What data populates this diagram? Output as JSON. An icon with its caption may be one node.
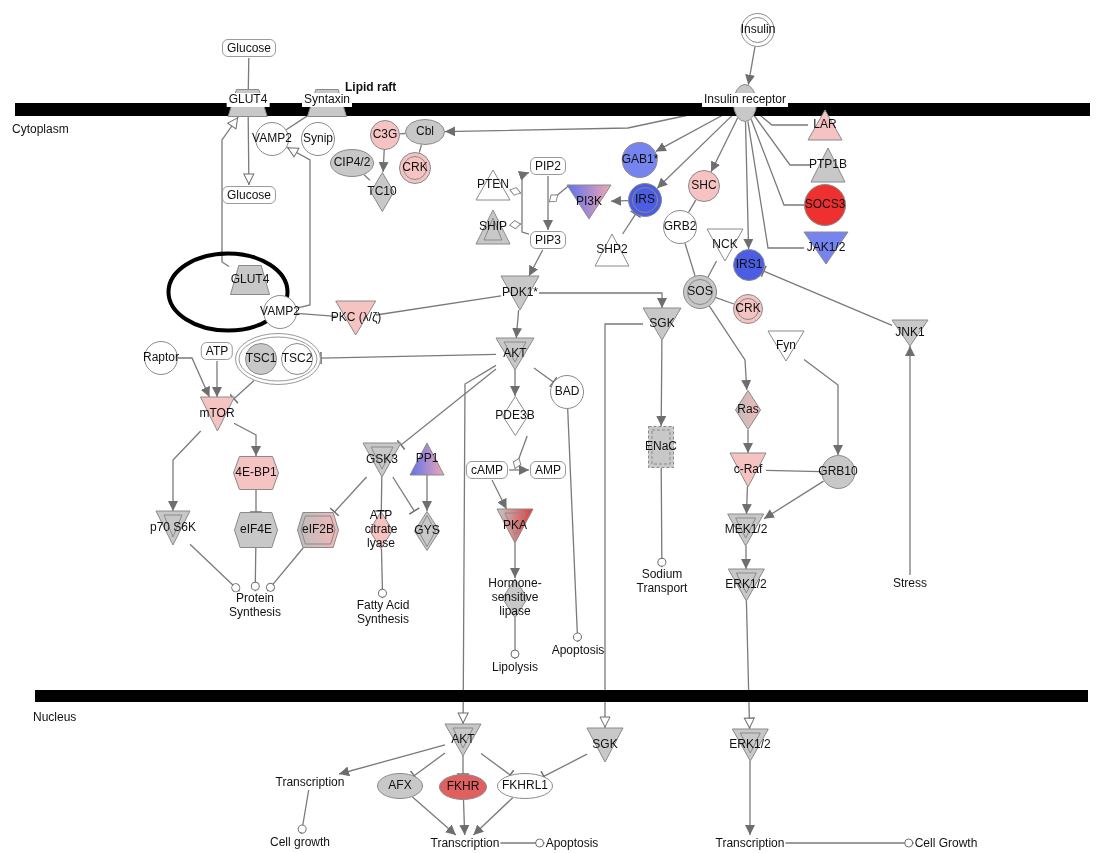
{
  "diagram": {
    "nodes": [
      {
        "text": [
          "Glucose"
        ]
      },
      {
        "text": [
          "GLUT4"
        ]
      },
      {
        "text": [
          "Syntaxin"
        ]
      },
      {
        "text": [
          "VAMP2"
        ]
      },
      {
        "text": [
          "Synip"
        ]
      },
      {
        "text": [
          "Glucose"
        ]
      },
      {
        "text": [
          "C3G"
        ]
      },
      {
        "text": [
          "Cbl"
        ]
      },
      {
        "text": [
          "CIP4/2"
        ]
      },
      {
        "text": [
          "CRK"
        ]
      },
      {
        "text": [
          "TC10"
        ]
      },
      {
        "text": [],
        "shape": "ellipse"
      },
      {
        "text": [
          "GLUT4"
        ],
        "in": 11
      },
      {
        "text": [
          "VAMP2"
        ]
      },
      {
        "text": [
          "PKC (λ/ζ)"
        ]
      },
      {
        "text": [
          "Insulin"
        ]
      },
      {
        "text": [
          "Insulin receptor"
        ]
      },
      {
        "text": [
          "LAR"
        ]
      },
      {
        "text": [
          "PTP1B"
        ]
      },
      {
        "text": [
          "SOCS3"
        ]
      },
      {
        "text": [
          "JAK1/2"
        ]
      },
      {
        "text": [
          "GAB1*"
        ]
      },
      {
        "text": [
          "SHC"
        ]
      },
      {
        "text": [
          "PIP2"
        ]
      },
      {
        "text": [
          "PTEN"
        ]
      },
      {
        "text": [
          "SHIP"
        ]
      },
      {
        "text": [
          "PI3K"
        ]
      },
      {
        "text": [
          "IRS"
        ]
      },
      {
        "text": [
          "PIP3"
        ]
      },
      {
        "text": [
          "SHP2"
        ]
      },
      {
        "text": [
          "GRB2"
        ]
      },
      {
        "text": [
          "NCK"
        ]
      },
      {
        "text": [
          "IRS1"
        ]
      },
      {
        "text": [
          "SOS"
        ]
      },
      {
        "text": [
          "CRK"
        ]
      },
      {
        "text": [
          "PDK1*"
        ]
      },
      {
        "text": [
          "SGK"
        ]
      },
      {
        "text": [
          "JNK1"
        ]
      },
      {
        "text": [
          "Raptor"
        ]
      },
      {
        "text": [
          "ATP"
        ]
      },
      {
        "text": [],
        "shape": "circle"
      },
      {
        "text": [
          "TSC1"
        ],
        "in": 40
      },
      {
        "text": [
          "TSC2"
        ],
        "in": 40
      },
      {
        "text": [
          "AKT"
        ]
      },
      {
        "text": [
          "BAD"
        ]
      },
      {
        "text": [
          "mTOR"
        ]
      },
      {
        "text": [
          "PDE3B"
        ]
      },
      {
        "text": [
          "GSK3"
        ]
      },
      {
        "text": [
          "PP1"
        ]
      },
      {
        "text": [
          "4E-BP1"
        ]
      },
      {
        "text": [
          "cAMP"
        ]
      },
      {
        "text": [
          "AMP"
        ]
      },
      {
        "text": [
          "ENaC"
        ]
      },
      {
        "text": [
          "Fyn"
        ]
      },
      {
        "text": [
          "Ras"
        ]
      },
      {
        "text": [
          "c-Raf"
        ]
      },
      {
        "text": [
          "GRB10"
        ]
      },
      {
        "text": [
          "p70 S6K"
        ]
      },
      {
        "text": [
          "eIF4E"
        ]
      },
      {
        "text": [
          "eIF2B"
        ]
      },
      {
        "text": [
          "ATP citrate lyase"
        ]
      },
      {
        "text": [
          "GYS"
        ]
      },
      {
        "text": [
          "PKA"
        ]
      },
      {
        "text": [
          "MEK1/2"
        ]
      },
      {
        "text": [
          "ERK1/2"
        ]
      },
      {
        "text": [
          "Protein Synthesis"
        ]
      },
      {
        "text": [
          "Fatty Acid Synthesis"
        ]
      },
      {
        "text": [
          "Hormone-sensitive lipase"
        ]
      },
      {
        "text": [
          "Lipolysis"
        ]
      },
      {
        "text": [
          "Apoptosis"
        ]
      },
      {
        "text": [
          "Sodium Transport"
        ]
      },
      {
        "text": [
          "Stress"
        ]
      },
      {
        "text": [
          "AKT"
        ]
      },
      {
        "text": [
          "SGK"
        ]
      },
      {
        "text": [
          "ERK1/2"
        ]
      },
      {
        "text": [
          "Transcription"
        ]
      },
      {
        "text": [
          "AFX"
        ]
      },
      {
        "text": [
          "FKHR"
        ]
      },
      {
        "text": [
          "FKHRL1"
        ]
      },
      {
        "text": [
          "Cell growth"
        ]
      },
      {
        "text": [
          "Transcription"
        ]
      },
      {
        "text": [
          "Apoptosis"
        ]
      },
      {
        "text": [
          "Transcription"
        ]
      },
      {
        "text": [
          "Cell Growth"
        ]
      }
    ],
    "edges": [
      {
        "from": 0,
        "to": 1,
        "arrow": "none"
      },
      {
        "from": 1,
        "to": 5,
        "arrow": "to"
      },
      {
        "from": 12,
        "to": 1,
        "arrow": "to"
      },
      {
        "from": 13,
        "to": 3,
        "arrow": "to"
      },
      {
        "from": 3,
        "to": 2,
        "arrow": "none"
      },
      {
        "from": 15,
        "to": 16,
        "arrow": "to"
      },
      {
        "from": 16,
        "to": 7,
        "arrow": "to"
      },
      {
        "from": 16,
        "to": 21,
        "arrow": "to"
      },
      {
        "from": 16,
        "to": 27,
        "arrow": "to"
      },
      {
        "from": 16,
        "to": 22,
        "arrow": "to"
      },
      {
        "from": 16,
        "to": 32,
        "arrow": "to"
      },
      {
        "from": 16,
        "to": 17,
        "arrow": "none"
      },
      {
        "from": 16,
        "to": 18,
        "arrow": "none"
      },
      {
        "from": 16,
        "to": 19,
        "arrow": "none"
      },
      {
        "from": 16,
        "to": 20,
        "arrow": "none"
      },
      {
        "from": 6,
        "to": 7,
        "arrow": "none"
      },
      {
        "from": 7,
        "to": 9,
        "arrow": "none"
      },
      {
        "from": 6,
        "to": 10,
        "arrow": "to"
      },
      {
        "from": 8,
        "to": 10,
        "arrow": "none"
      },
      {
        "from": 27,
        "to": 26,
        "arrow": "to"
      },
      {
        "from": 26,
        "to": 23,
        "arrow": "other"
      },
      {
        "from": 24,
        "to": null,
        "arrow": "other"
      },
      {
        "from": 25,
        "to": null,
        "arrow": "other"
      },
      {
        "from": 23,
        "to": 28,
        "arrow": "to"
      },
      {
        "from": 28,
        "to": 23,
        "arrow": "to"
      },
      {
        "from": 29,
        "to": 27,
        "arrow": "other"
      },
      {
        "from": 22,
        "to": 30,
        "arrow": "none"
      },
      {
        "from": 30,
        "to": 33,
        "arrow": "none"
      },
      {
        "from": 31,
        "to": 33,
        "arrow": "none"
      },
      {
        "from": 33,
        "to": 34,
        "arrow": "none"
      },
      {
        "from": 28,
        "to": 35,
        "arrow": "to"
      },
      {
        "from": 13,
        "to": 14,
        "arrow": "none"
      },
      {
        "from": 14,
        "to": 35,
        "arrow": "none"
      },
      {
        "from": 35,
        "to": 36,
        "arrow": "to"
      },
      {
        "from": 35,
        "to": 43,
        "arrow": "to"
      },
      {
        "from": 37,
        "to": 32,
        "arrow": "other"
      },
      {
        "from": 71,
        "to": 37,
        "arrow": "to"
      },
      {
        "from": 33,
        "to": 54,
        "arrow": "to"
      },
      {
        "from": 53,
        "to": 56,
        "arrow": "to"
      },
      {
        "from": 54,
        "to": 55,
        "arrow": "to"
      },
      {
        "from": 55,
        "to": 56,
        "arrow": "none"
      },
      {
        "from": 55,
        "to": 63,
        "arrow": "to"
      },
      {
        "from": 56,
        "to": 63,
        "arrow": "to"
      },
      {
        "from": 63,
        "to": 64,
        "arrow": "to"
      },
      {
        "from": 64,
        "to": 74,
        "arrow": "to"
      },
      {
        "from": 36,
        "to": 52,
        "arrow": "to"
      },
      {
        "from": 52,
        "to": 70,
        "arrow": "other"
      },
      {
        "from": 36,
        "to": 73,
        "arrow": "to"
      },
      {
        "from": 43,
        "to": 72,
        "arrow": "to"
      },
      {
        "from": 43,
        "to": 40,
        "arrow": "other"
      },
      {
        "from": 40,
        "to": 45,
        "arrow": "other"
      },
      {
        "from": 38,
        "to": 45,
        "arrow": "to"
      },
      {
        "from": 39,
        "to": 45,
        "arrow": "to"
      },
      {
        "from": 45,
        "to": 57,
        "arrow": "to"
      },
      {
        "from": 45,
        "to": 49,
        "arrow": "to"
      },
      {
        "from": 49,
        "to": 58,
        "arrow": "other"
      },
      {
        "from": 43,
        "to": 47,
        "arrow": "other"
      },
      {
        "from": 43,
        "to": 46,
        "arrow": "to"
      },
      {
        "from": 43,
        "to": 44,
        "arrow": "other"
      },
      {
        "from": 47,
        "to": 59,
        "arrow": "other"
      },
      {
        "from": 47,
        "to": 60,
        "arrow": "other"
      },
      {
        "from": 47,
        "to": 61,
        "arrow": "other"
      },
      {
        "from": 48,
        "to": 61,
        "arrow": "to"
      },
      {
        "from": 46,
        "to": 51,
        "arrow": "other"
      },
      {
        "from": 50,
        "to": 51,
        "arrow": "to"
      },
      {
        "from": 50,
        "to": 62,
        "arrow": "to"
      },
      {
        "from": 62,
        "to": 67,
        "arrow": "to"
      },
      {
        "from": 67,
        "to": 68,
        "arrow": "other"
      },
      {
        "from": 44,
        "to": 69,
        "arrow": "other"
      },
      {
        "from": 57,
        "to": 65,
        "arrow": "other"
      },
      {
        "from": 58,
        "to": 65,
        "arrow": "other"
      },
      {
        "from": 59,
        "to": 65,
        "arrow": "other"
      },
      {
        "from": 60,
        "to": 66,
        "arrow": "other"
      },
      {
        "from": 72,
        "to": 75,
        "arrow": "to"
      },
      {
        "from": 72,
        "to": 76,
        "arrow": "other"
      },
      {
        "from": 72,
        "to": 77,
        "arrow": "other"
      },
      {
        "from": 72,
        "to": 78,
        "arrow": "other"
      },
      {
        "from": 73,
        "to": 78,
        "arrow": "other"
      },
      {
        "from": 76,
        "to": 80,
        "arrow": "to"
      },
      {
        "from": 77,
        "to": 80,
        "arrow": "to"
      },
      {
        "from": 78,
        "to": 80,
        "arrow": "to"
      },
      {
        "from": 75,
        "to": 79,
        "arrow": "other"
      },
      {
        "from": 80,
        "to": 81,
        "arrow": "other"
      },
      {
        "from": 74,
        "to": 82,
        "arrow": "to"
      },
      {
        "from": 82,
        "to": 83,
        "arrow": "other"
      }
    ],
    "labels": [
      "Lipid raft",
      "Cytoplasm",
      "Nucleus"
    ]
  }
}
